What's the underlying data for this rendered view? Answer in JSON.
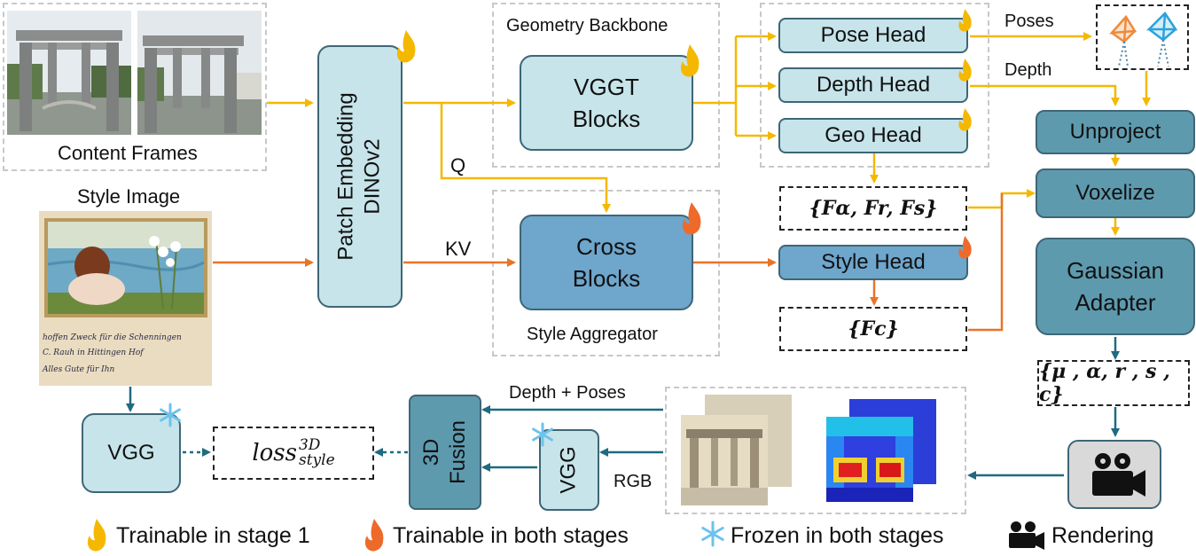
{
  "frames": {
    "label": "Content Frames"
  },
  "style_image": {
    "label": "Style Image",
    "handwriting": [
      "hoffen Zweck für die Schenningen",
      "C. Rauh in Hittingen Hof",
      "Alles Gute für Ihn"
    ]
  },
  "patch_embed": {
    "line1": "Patch Embedding",
    "line2": "DINOv2"
  },
  "geometry_backbone": {
    "title": "Geometry Backbone",
    "block_line1": "VGGT",
    "block_line2": "Blocks"
  },
  "style_aggregator": {
    "title": "Style Aggregator",
    "block_line1": "Cross",
    "block_line2": "Blocks"
  },
  "edge_labels": {
    "q": "Q",
    "kv": "KV",
    "poses": "Poses",
    "depth": "Depth",
    "depth_poses": "Depth + Poses",
    "rgb": "RGB"
  },
  "heads": {
    "pose": "Pose Head",
    "depth": "Depth Head",
    "geo": "Geo Head",
    "style": "Style Head"
  },
  "features": {
    "geo": "{Fα, Fr, Fs}",
    "color": "{Fc}",
    "gaussian": "{μ , α, r , s , c}"
  },
  "pipeline": {
    "unproject": "Unproject",
    "voxelize": "Voxelize",
    "adapter_line1": "Gaussian",
    "adapter_line2": "Adapter"
  },
  "bottom": {
    "vgg_left": "VGG",
    "vgg_mid": "VGG",
    "fusion_line1": "3D",
    "fusion_line2": "Fusion",
    "loss_base": "loss",
    "loss_sup": "3D",
    "loss_sub": "style"
  },
  "legend": {
    "trainable_stage1": "Trainable in stage 1",
    "trainable_both": "Trainable in both stages",
    "frozen": "Frozen in both stages",
    "rendering": "Rendering"
  },
  "colors": {
    "yellow_arrow": "#f5b800",
    "orange_arrow": "#e8742a",
    "teal_arrow": "#1f6a80",
    "stage1_fire": "#f5b800",
    "both_fire": "#ee6a2a",
    "frozen": "#6cc3ec"
  }
}
